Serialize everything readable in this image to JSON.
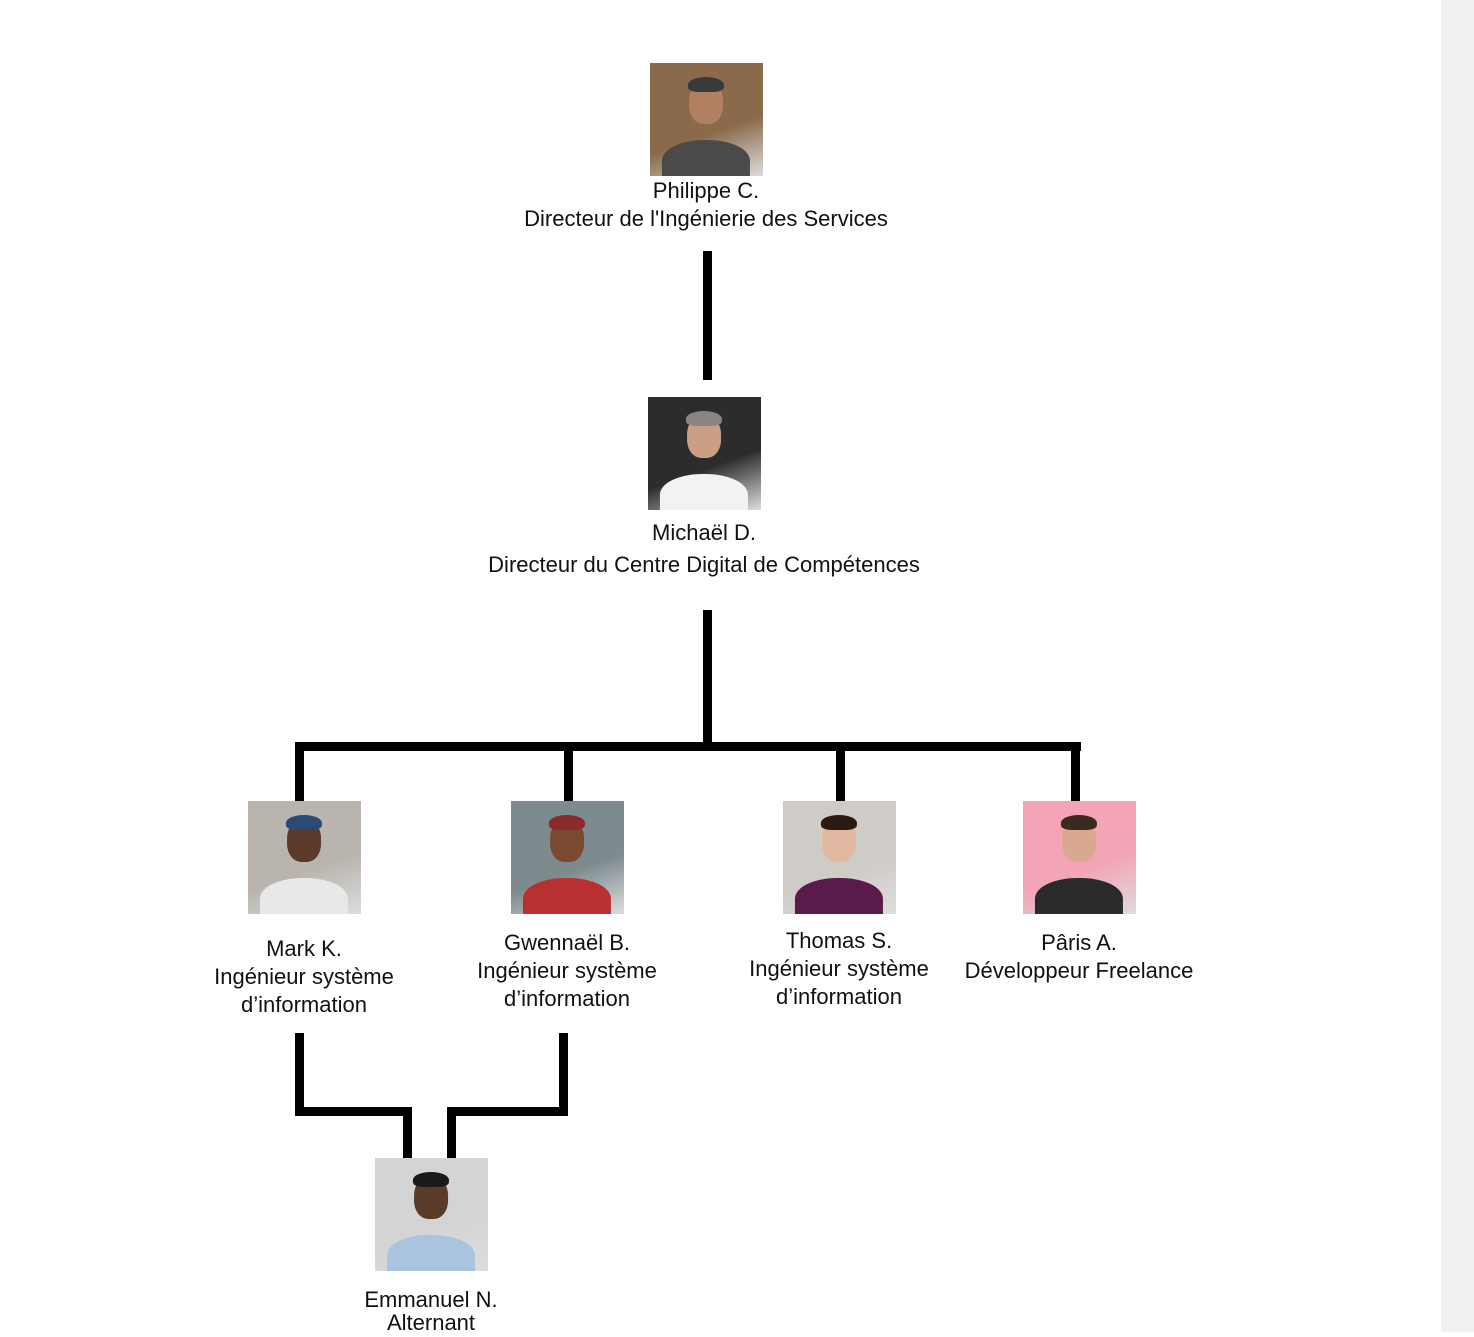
{
  "people": {
    "philippe": {
      "name": "Philippe C.",
      "role": "Directeur de l'Ingénierie des Services",
      "photo": "portrait-photo-bearded-man-tattoos",
      "colors": {
        "bg": "#8a6a4a",
        "skin": "#b08060",
        "shirt": "#4a4a4a",
        "hair": "#3a3a3a"
      }
    },
    "michael": {
      "name": "Michaël D.",
      "role": "Directeur du Centre Digital de Compétences",
      "photo": "portrait-photo-grey-hair-man",
      "colors": {
        "bg": "#2c2c2c",
        "skin": "#c9a084",
        "shirt": "#f2f2f2",
        "hair": "#8a8580"
      }
    },
    "mark": {
      "name": "Mark K.",
      "role": "Ingénieur système\nd’information",
      "photo": "portrait-photo-young-man-cap",
      "colors": {
        "bg": "#b9b4ae",
        "skin": "#5a3a28",
        "shirt": "#e8e8e8",
        "hair": "#2a4a78"
      }
    },
    "gwennael": {
      "name": "Gwennaël B.",
      "role": "Ingénieur système\nd’information",
      "photo": "portrait-photo-hiker-red-jacket",
      "colors": {
        "bg": "#7d8a8e",
        "skin": "#7a4a30",
        "shirt": "#b83030",
        "hair": "#8a2a2a"
      }
    },
    "thomas": {
      "name": "Thomas S.",
      "role": "Ingénieur système\nd’information",
      "photo": "portrait-photo-man-blue-glasses",
      "colors": {
        "bg": "#cfcbc6",
        "skin": "#e0b8a0",
        "shirt": "#5a1a4a",
        "hair": "#2a1a10"
      }
    },
    "paris": {
      "name": "Pâris A.",
      "role": "Développeur Freelance",
      "photo": "portrait-photo-bearded-man-pink",
      "colors": {
        "bg": "#f3a5b5",
        "skin": "#d8a890",
        "shirt": "#2a2a2a",
        "hair": "#3a2a20"
      }
    },
    "emmanuel": {
      "name": "Emmanuel N.",
      "role": "Alternant",
      "photo": "portrait-photo-smiling-man-glasses",
      "colors": {
        "bg": "#d4d4d4",
        "skin": "#5a3a28",
        "shirt": "#a9c4de",
        "hair": "#1a1a1a"
      }
    }
  }
}
